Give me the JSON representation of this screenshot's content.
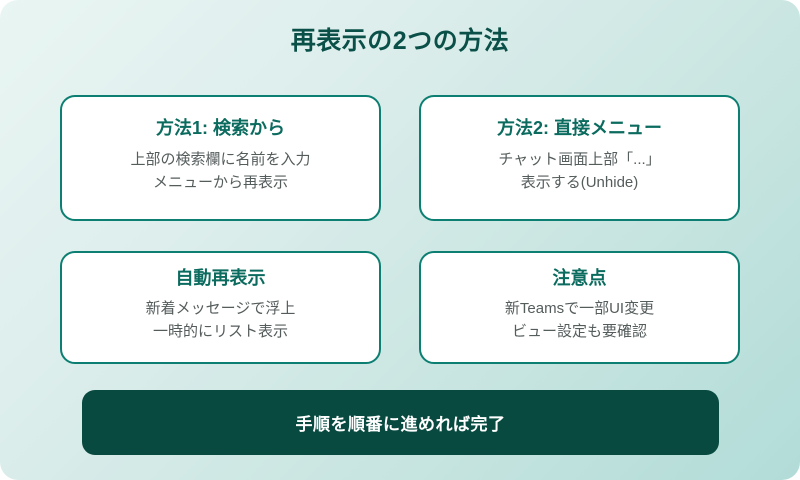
{
  "theme": {
    "bg_gradient_start": "#e9f5f3",
    "bg_gradient_end": "#b2dcd8",
    "card_bg": "#ffffff",
    "card_border": "#0c7f72",
    "heading_color": "#0a6b5e",
    "title_color": "#0a5048",
    "body_color": "#555c5c",
    "banner_bg": "#084a40",
    "banner_text_color": "#ffffff"
  },
  "title": "再表示の2つの方法",
  "cards": [
    {
      "heading": "方法1: 検索から",
      "lines": [
        "上部の検索欄に名前を入力",
        "メニューから再表示"
      ]
    },
    {
      "heading": "方法2: 直接メニュー",
      "lines": [
        "チャット画面上部「...」",
        "表示する(Unhide)"
      ]
    },
    {
      "heading": "自動再表示",
      "lines": [
        "新着メッセージで浮上",
        "一時的にリスト表示"
      ]
    },
    {
      "heading": "注意点",
      "lines": [
        "新Teamsで一部UI変更",
        "ビュー設定も要確認"
      ]
    }
  ],
  "footer": {
    "text": "手順を順番に進めれば完了"
  }
}
